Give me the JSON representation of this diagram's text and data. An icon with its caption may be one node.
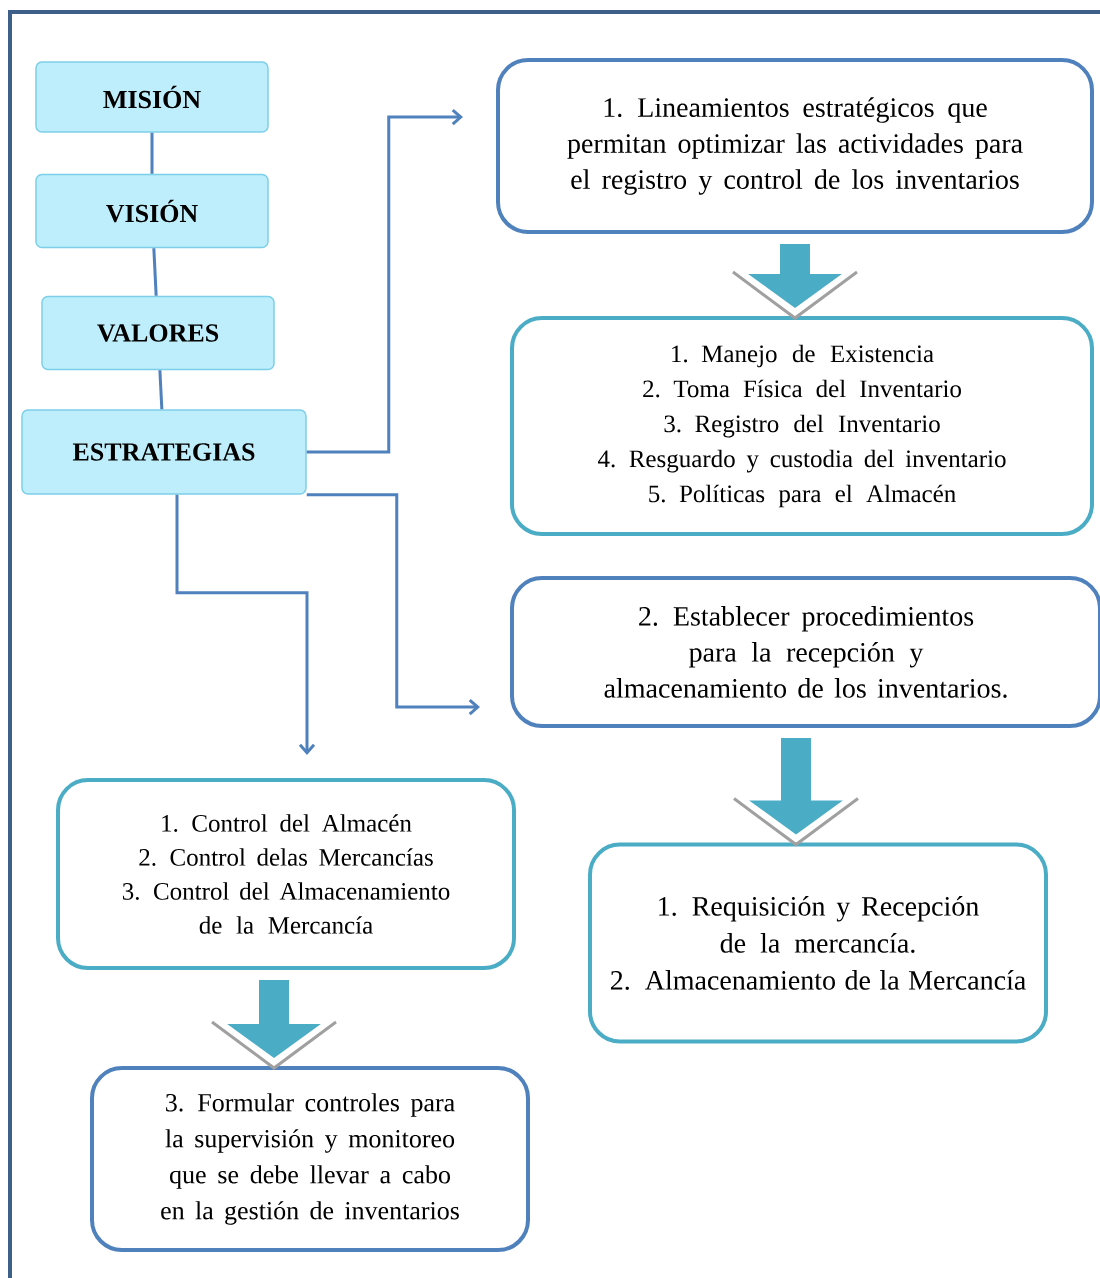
{
  "diagram": {
    "nodes": [
      {
        "text": [
          "MISIÓN"
        ]
      },
      {
        "text": [
          "VISIÓN"
        ]
      },
      {
        "text": [
          "VALORES"
        ]
      },
      {
        "text": [
          "ESTRATEGIAS"
        ]
      },
      {
        "text": [
          "1. Lineamientos estratégicos que permitan optimizar las actividades para el registro y control de los inventarios"
        ]
      },
      {
        "text": [
          "1. Manejo de Existencia",
          "2. Toma Física del Inventario",
          "3. Registro del Inventario",
          "4. Resguardo y custodia del inventario",
          "5. Políticas para el Almacén"
        ]
      },
      {
        "text": [
          "2. Establecer procedimientos para la recepción y almacenamiento de los inventarios."
        ]
      },
      {
        "text": [
          "1. Control del Almacén",
          "2. Control delas Mercancías",
          "3. Control del Almacenamiento de la Mercancía"
        ]
      },
      {
        "text": [
          "1. Requisición y Recepción de la mercancía.",
          "2. Almacenamiento de la Mercancía"
        ]
      },
      {
        "text": [
          "3. Formular controles para la supervisión y monitoreo que se debe llevar a cabo en la gestión de inventarios"
        ]
      }
    ],
    "edges": [
      {
        "from": 0,
        "to": 1,
        "arrow": "none"
      },
      {
        "from": 1,
        "to": 2,
        "arrow": "none"
      },
      {
        "from": 2,
        "to": 3,
        "arrow": "none"
      },
      {
        "from": 3,
        "to": 4,
        "arrow": "to"
      },
      {
        "from": 3,
        "to": 6,
        "arrow": "to"
      },
      {
        "from": 3,
        "to": 7,
        "arrow": "to"
      },
      {
        "from": 4,
        "to": 5,
        "arrow": "to",
        "style": "thick",
        "color": "#4bacc6"
      },
      {
        "from": 6,
        "to": 8,
        "arrow": "to",
        "style": "thick",
        "color": "#4bacc6"
      },
      {
        "from": 7,
        "to": 9,
        "arrow": "to",
        "style": "thick",
        "color": "#4bacc6"
      }
    ]
  }
}
